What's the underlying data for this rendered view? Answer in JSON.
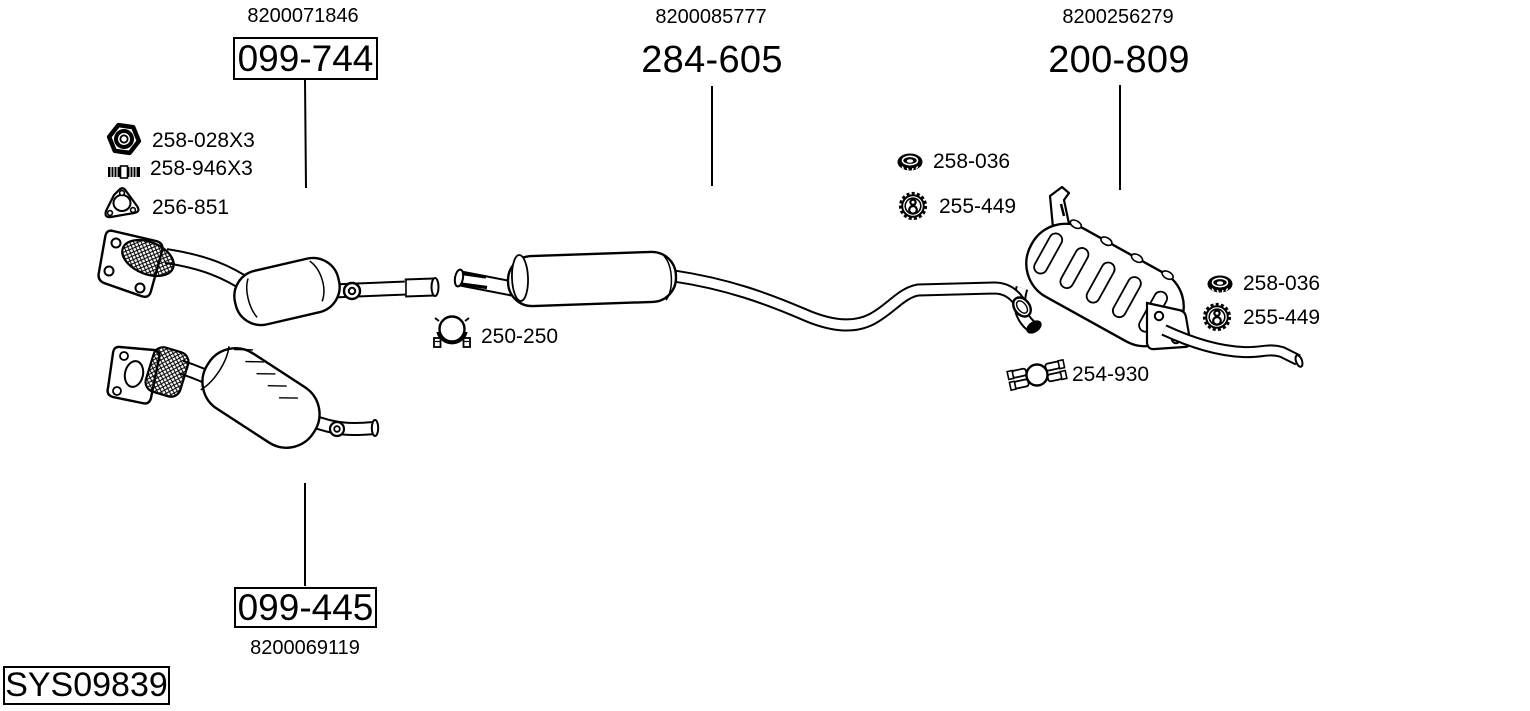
{
  "diagram": {
    "code": "SYS09839",
    "assemblies": {
      "front_section": {
        "oe_number": "8200071846",
        "part_number": "099-744"
      },
      "middle_section": {
        "oe_number": "8200085777",
        "part_number": "284-605"
      },
      "rear_section": {
        "oe_number": "8200256279",
        "part_number": "200-809"
      },
      "front_section_alt": {
        "oe_number": "8200069119",
        "part_number": "099-445"
      }
    },
    "mounting_parts": {
      "hex_nut": {
        "code": "258-028X3",
        "icon": "hex-nut-icon"
      },
      "stud_bolt": {
        "code": "258-946X3",
        "icon": "stud-bolt-icon"
      },
      "flange_gasket": {
        "code": "256-851",
        "icon": "flange-gasket-icon"
      },
      "pipe_clamp": {
        "code": "250-250",
        "icon": "u-bolt-clamp-icon"
      },
      "grommet_mid": {
        "code": "258-036",
        "icon": "grommet-icon"
      },
      "rubber_hanger_mid": {
        "code": "255-449",
        "icon": "rubber-hanger-icon"
      },
      "sleeve_clamp": {
        "code": "254-930",
        "icon": "sleeve-clamp-icon"
      },
      "grommet_rear": {
        "code": "258-036",
        "icon": "grommet-icon"
      },
      "rubber_hanger_rear": {
        "code": "255-449",
        "icon": "rubber-hanger-icon"
      }
    },
    "line_color": "#000000",
    "background_color": "#ffffff"
  }
}
